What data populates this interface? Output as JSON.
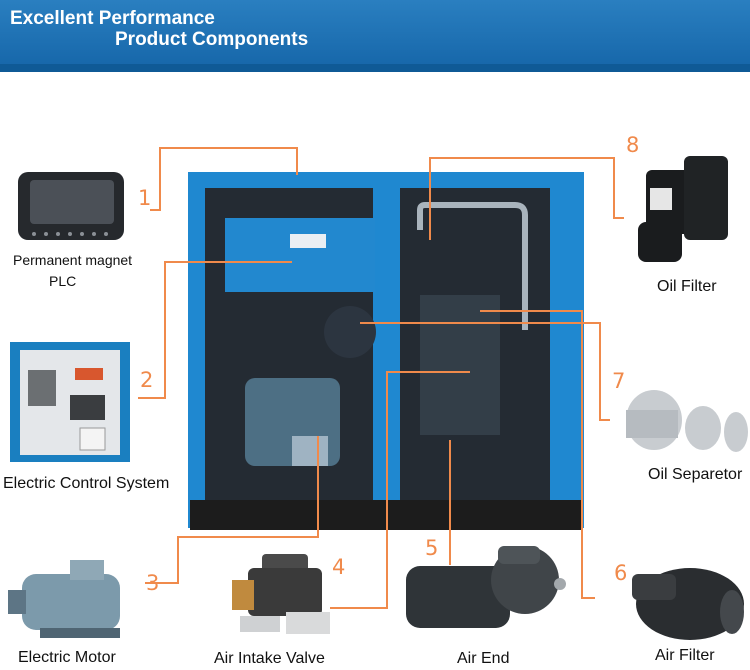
{
  "header": {
    "title_line1": "Excellent Performance",
    "title_line2": "Product Components"
  },
  "callout_color": "#f08a4b",
  "components": [
    {
      "number": "1",
      "label_line1": "Permanent magnet",
      "label_line2": "PLC",
      "icon": "plc-controller-icon"
    },
    {
      "number": "2",
      "label": "Electric Control System",
      "icon": "electric-cabinet-icon"
    },
    {
      "number": "3",
      "label": "Electric Motor",
      "icon": "electric-motor-icon"
    },
    {
      "number": "4",
      "label": "Air Intake Valve",
      "icon": "intake-valve-icon"
    },
    {
      "number": "5",
      "label": "Air End",
      "icon": "air-end-icon"
    },
    {
      "number": "6",
      "label": "Air Filter",
      "icon": "air-filter-icon"
    },
    {
      "number": "7",
      "label": "Oil Separetor",
      "icon": "oil-separator-icon"
    },
    {
      "number": "8",
      "label": "Oil Filter",
      "icon": "oil-filter-icon"
    }
  ]
}
